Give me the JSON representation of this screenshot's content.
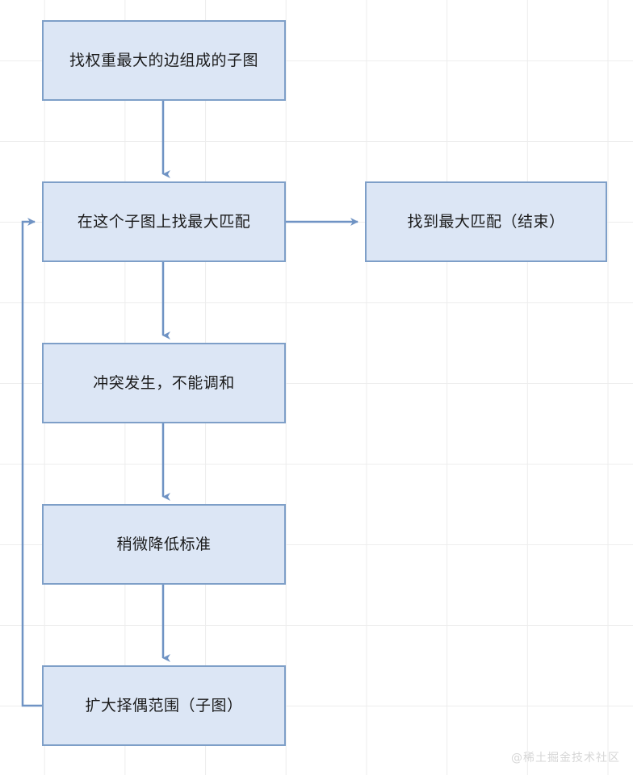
{
  "diagram": {
    "type": "flowchart",
    "title": "",
    "background": "#ffffff",
    "grid_color": "#ededed",
    "node_fill": "#dce6f5",
    "node_border": "#7e9fc8",
    "connector_color": "#6f93c4",
    "nodes": [
      {
        "id": "start",
        "label": "找权重最大的边组成的子图"
      },
      {
        "id": "match",
        "label": "在这个子图上找最大匹配"
      },
      {
        "id": "found",
        "label": "找到最大匹配（结束）"
      },
      {
        "id": "conflict",
        "label": "冲突发生，不能调和"
      },
      {
        "id": "lower",
        "label": "稍微降低标准"
      },
      {
        "id": "expand",
        "label": "扩大择偶范围（子图）"
      }
    ],
    "edges": [
      {
        "from": "start",
        "to": "match",
        "direction": "down"
      },
      {
        "from": "match",
        "to": "found",
        "direction": "right"
      },
      {
        "from": "match",
        "to": "conflict",
        "direction": "down"
      },
      {
        "from": "conflict",
        "to": "lower",
        "direction": "down"
      },
      {
        "from": "lower",
        "to": "expand",
        "direction": "down"
      },
      {
        "from": "expand",
        "to": "match",
        "direction": "loop-back-left"
      }
    ]
  },
  "watermark": {
    "text": "@稀土掘金技术社区"
  }
}
